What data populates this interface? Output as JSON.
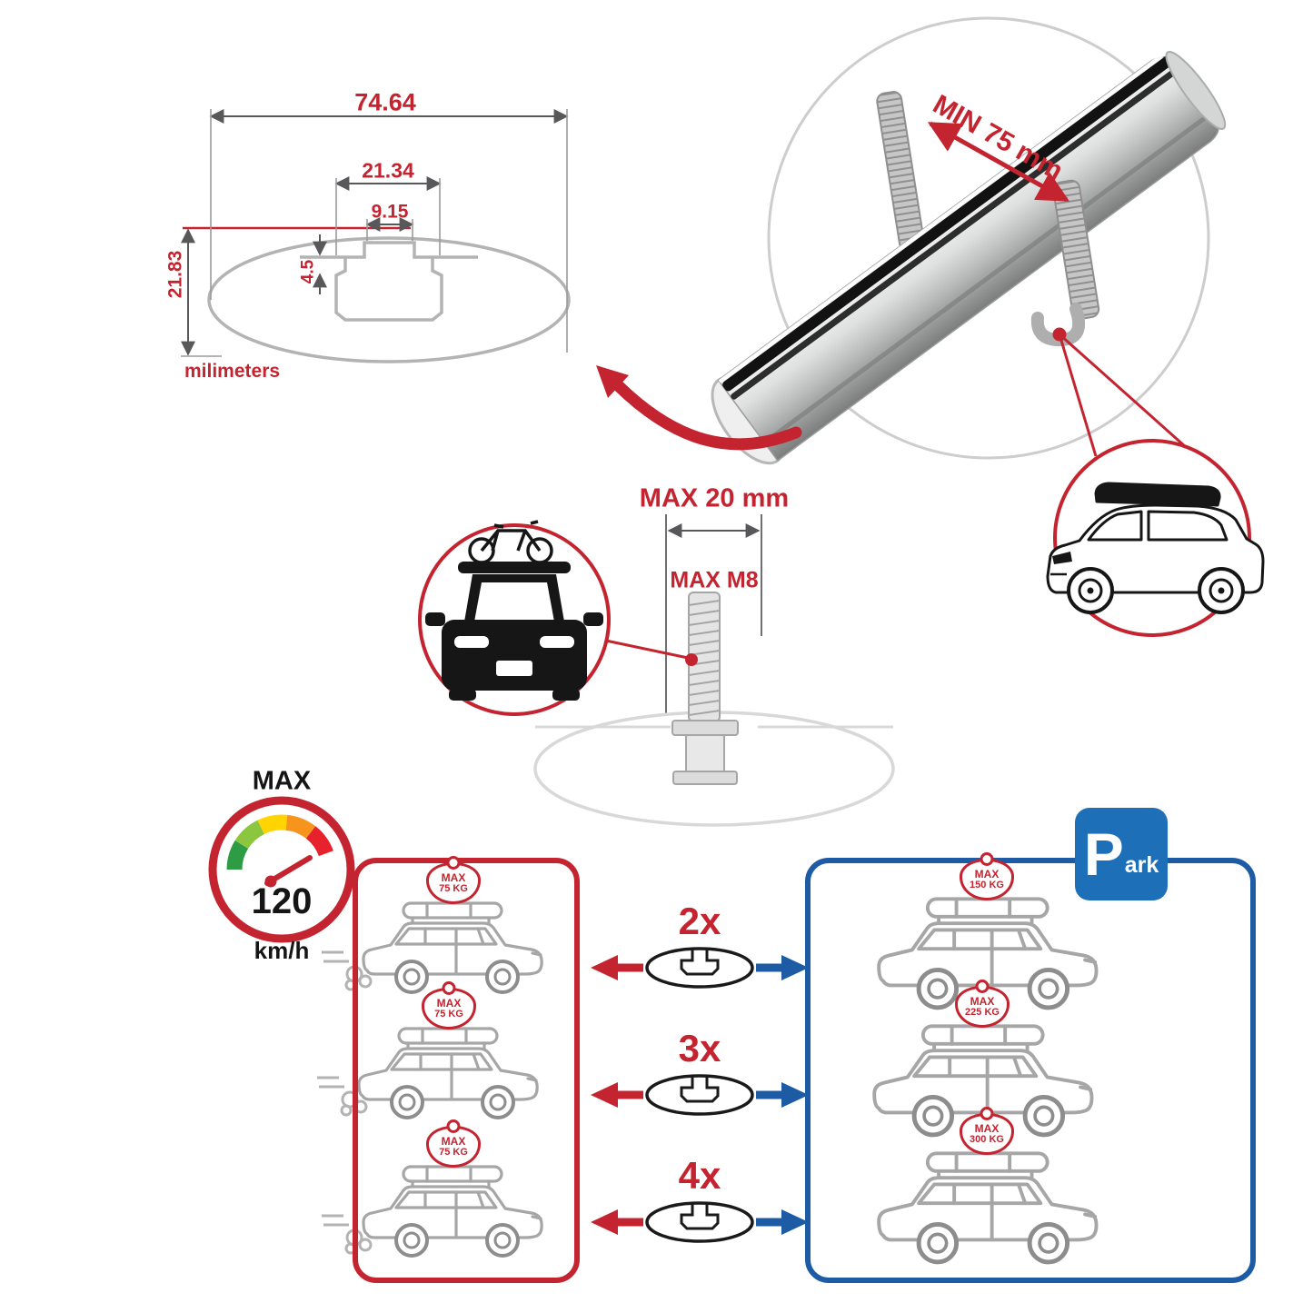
{
  "colors": {
    "red": "#c42430",
    "blue": "#1d5ba4",
    "sign_blue": "#1d70b8",
    "aluminum_gray": "#c7c8c8",
    "line_gray": "#b3b3b3"
  },
  "cross_section": {
    "total_width": "74.64",
    "slot_outer_width": "21.34",
    "slot_opening_width": "9.15",
    "step_height": "4.5",
    "total_height": "21.83",
    "units_label": "milimeters"
  },
  "clamp_detail": {
    "min_clamp_span": "MIN 75 mm"
  },
  "bolt_detail": {
    "max_length": "MAX 20 mm",
    "max_thread": "MAX M8"
  },
  "speed_limit": {
    "label": "MAX",
    "value": "120",
    "units": "km/h"
  },
  "multiplier_rows": [
    {
      "count_label": "2x"
    },
    {
      "count_label": "3x"
    },
    {
      "count_label": "4x"
    }
  ],
  "driving_panel": {
    "cars": [
      {
        "badge_title": "MAX",
        "badge_value": "75 KG"
      },
      {
        "badge_title": "MAX",
        "badge_value": "75 KG"
      },
      {
        "badge_title": "MAX",
        "badge_value": "75 KG"
      }
    ]
  },
  "parking_panel": {
    "sign_letter": "P",
    "sign_rest": "ark",
    "cars": [
      {
        "badge_title": "MAX",
        "badge_value": "150 KG"
      },
      {
        "badge_title": "MAX",
        "badge_value": "225 KG"
      },
      {
        "badge_title": "MAX",
        "badge_value": "300 KG"
      }
    ]
  }
}
